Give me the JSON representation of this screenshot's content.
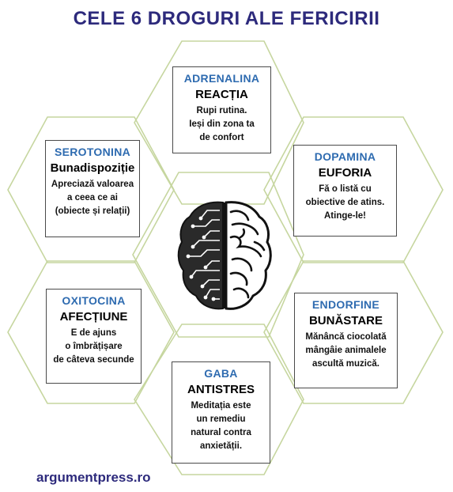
{
  "title": "CELE 6 DROGURI ALE FERICIRII",
  "footer": "argumentpress.ro",
  "colors": {
    "title": "#2d2a7c",
    "hormone": "#2e6bb0",
    "hex_outline": "#c6d69f"
  },
  "cells": {
    "adrenalina": {
      "name": "ADRENALINA",
      "effect": "REACȚIA",
      "lines": [
        "Rupi rutina.",
        "Ieși din zona ta",
        "de confort"
      ]
    },
    "serotonina": {
      "name": "SEROTONINA",
      "effect": "Bunadispoziție",
      "lines": [
        "Apreciază valoarea",
        "a ceea ce ai",
        "(obiecte și relații)"
      ]
    },
    "dopamina": {
      "name": "DOPAMINA",
      "effect": "EUFORIA",
      "lines": [
        "Fă o listă cu",
        "obiective de atins.",
        "Atinge-le!"
      ]
    },
    "oxitocina": {
      "name": "OXITOCINA",
      "effect": "AFECȚIUNE",
      "lines": [
        "E de ajuns",
        "o îmbrățișare",
        "de câteva secunde"
      ]
    },
    "endorfine": {
      "name": "ENDORFINE",
      "effect": "BUNĂSTARE",
      "lines": [
        "Mănâncă ciocolată",
        "mângâie animalele",
        "ascultă muzică."
      ]
    },
    "gaba": {
      "name": "GABA",
      "effect": "ANTISTRES",
      "lines": [
        "Meditația este",
        "un remediu",
        "natural contra",
        "anxietății."
      ]
    }
  },
  "center_icon": "brain-circuit-icon"
}
